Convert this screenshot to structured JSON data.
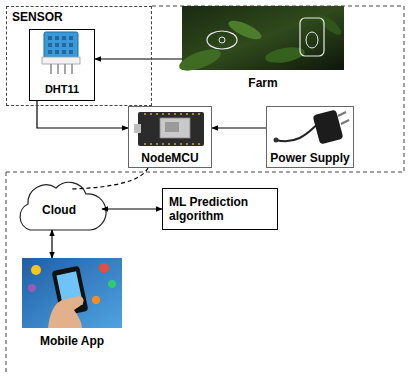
{
  "diagram": {
    "nodes": [
      {
        "text": [
          "SENSOR"
        ]
      },
      {
        "text": [
          "DHT11"
        ],
        "in": 0
      },
      {
        "text": [
          "Farm"
        ]
      },
      {
        "text": [
          "NodeMCU"
        ]
      },
      {
        "text": [
          "Power Supply"
        ]
      },
      {
        "text": [
          "Cloud"
        ]
      },
      {
        "text": [
          "ML Prediction algorithm"
        ]
      },
      {
        "text": [
          "Mobile App"
        ]
      }
    ],
    "edges": [
      {
        "from": 2,
        "to": 1,
        "arrow": "to"
      },
      {
        "from": 1,
        "to": 3,
        "arrow": "to"
      },
      {
        "from": 4,
        "to": 3,
        "arrow": "to"
      },
      {
        "from": 3,
        "to": 5,
        "arrow": "none"
      },
      {
        "from": 5,
        "to": 6,
        "arrow": "both"
      },
      {
        "from": 5,
        "to": 7,
        "arrow": "both"
      }
    ]
  }
}
